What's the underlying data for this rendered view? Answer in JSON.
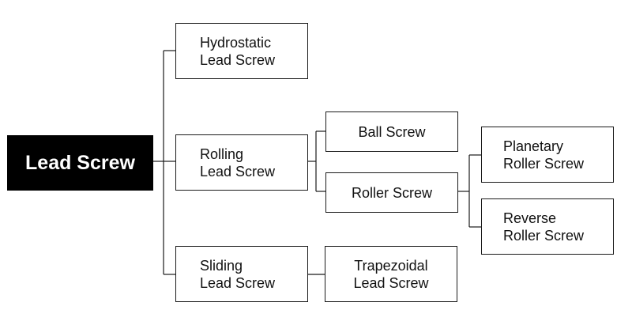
{
  "root": {
    "label": "Lead Screw"
  },
  "level1": {
    "hydrostatic": {
      "line1": "Hydrostatic",
      "line2": "Lead Screw"
    },
    "rolling": {
      "line1": "Rolling",
      "line2": "Lead Screw"
    },
    "sliding": {
      "line1": "Sliding",
      "line2": "Lead Screw"
    }
  },
  "level2": {
    "ball": {
      "label": "Ball Screw"
    },
    "roller": {
      "label": "Roller Screw"
    },
    "trapezoidal": {
      "line1": "Trapezoidal",
      "line2": "Lead Screw"
    }
  },
  "level3": {
    "planetary": {
      "line1": "Planetary",
      "line2": "Roller Screw"
    },
    "reverse": {
      "line1": "Reverse",
      "line2": "Roller Screw"
    }
  }
}
